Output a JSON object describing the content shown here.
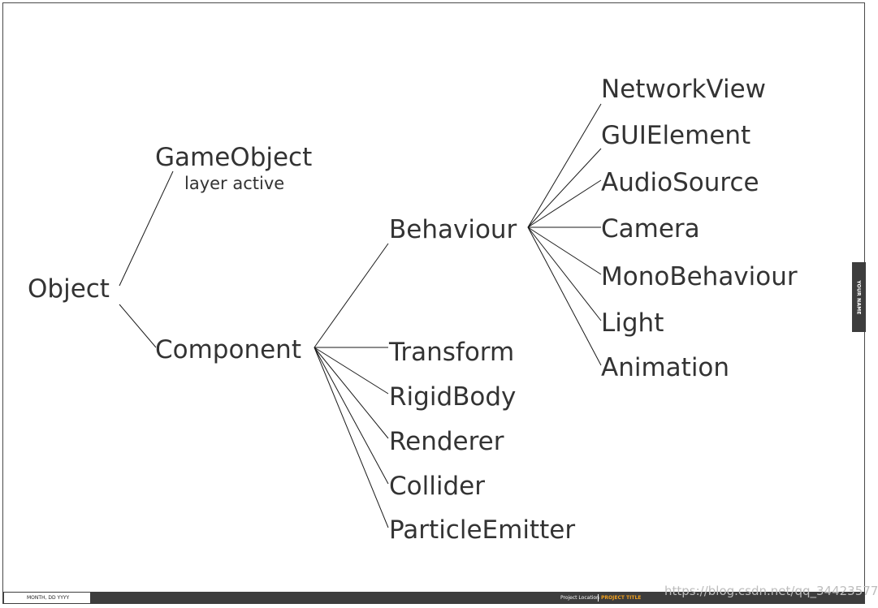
{
  "diagram": {
    "root": "Object",
    "gameobject": {
      "label": "GameObject",
      "sublabel": "layer active"
    },
    "component": "Component",
    "behaviour": "Behaviour",
    "component_children": [
      "Transform",
      "RigidBody",
      "Renderer",
      "Collider",
      "ParticleEmitter"
    ],
    "behaviour_children": [
      "NetworkView",
      "GUIElement",
      "AudioSource",
      "Camera",
      "MonoBehaviour",
      "Light",
      "Animation"
    ]
  },
  "template": {
    "side_tab": "YOUR NAME",
    "date": "MONTH, DD YYYY",
    "location": "Project Location",
    "project_title": "PROJECT TITLE"
  },
  "watermark": "https://blog.csdn.net/qq_34423577"
}
